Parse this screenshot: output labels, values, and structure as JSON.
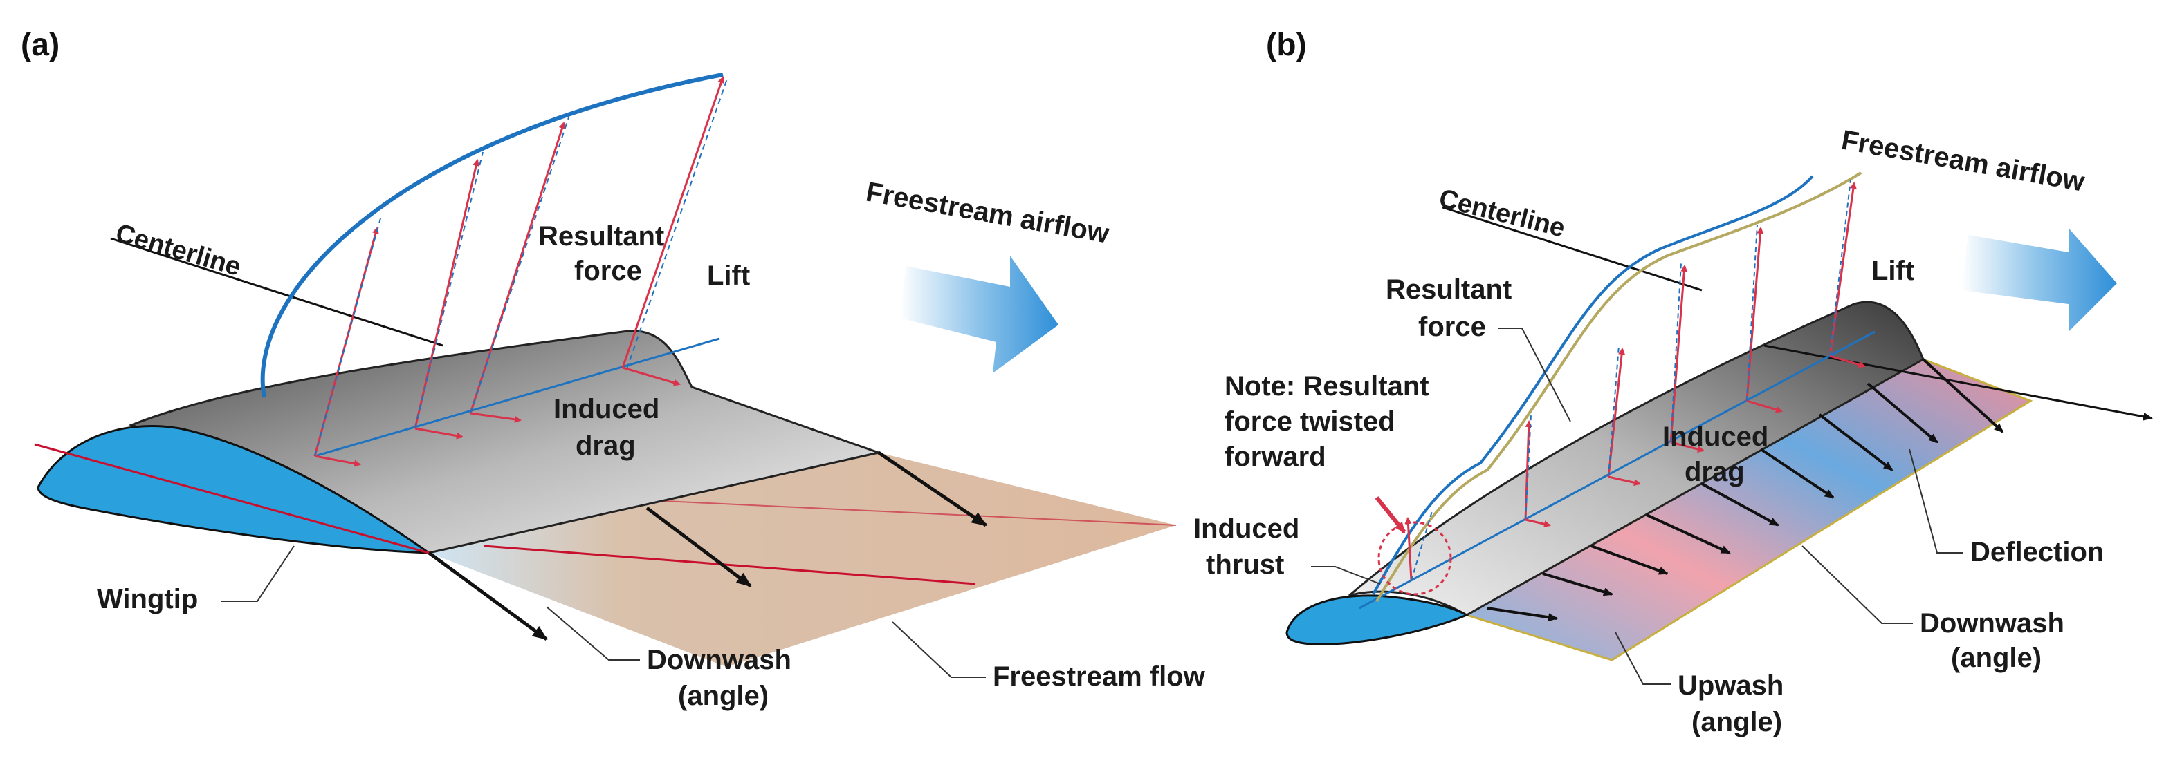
{
  "panel_a": {
    "tag": "(a)",
    "labels": {
      "centerline": "Centerline",
      "resultant_force_1": "Resultant",
      "resultant_force_2": "force",
      "lift": "Lift",
      "freestream_airflow": "Freestream airflow",
      "induced_drag_1": "Induced",
      "induced_drag_2": "drag",
      "wingtip": "Wingtip",
      "downwash_1": "Downwash",
      "downwash_2": "(angle)",
      "freestream_flow": "Freestream flow"
    }
  },
  "panel_b": {
    "tag": "(b)",
    "labels": {
      "centerline": "Centerline",
      "freestream_airflow": "Freestream airflow",
      "lift": "Lift",
      "resultant_force_1": "Resultant",
      "resultant_force_2": "force",
      "note_1": "Note: Resultant",
      "note_2": "force twisted",
      "note_3": "forward",
      "induced_drag_1": "Induced",
      "induced_drag_2": "drag",
      "induced_thrust_1": "Induced",
      "induced_thrust_2": "thrust",
      "deflection": "Deflection",
      "downwash_1": "Downwash",
      "downwash_2": "(angle)",
      "upwash_1": "Upwash",
      "upwash_2": "(angle)"
    }
  },
  "colors": {
    "wing_blue": "#2aa0dc",
    "force_red": "#d8334a",
    "lift_blue": "#1e73c0",
    "sheet_tan": "#d9b8a0",
    "sheet_pink": "#e88a95",
    "trace_olive": "#b5a860"
  }
}
